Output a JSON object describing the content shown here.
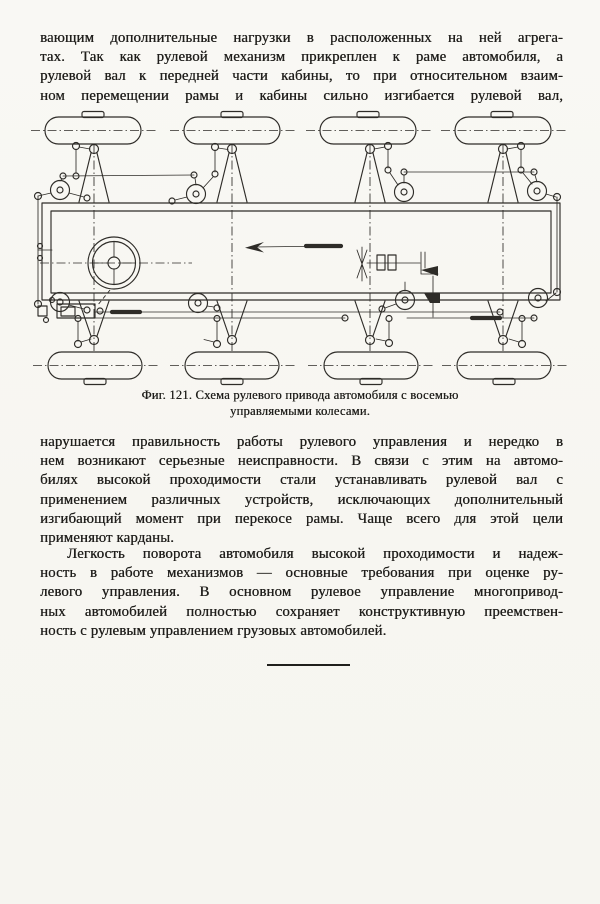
{
  "page": {
    "colors": {
      "paper": "#f8f7f3",
      "ink": "#201f1c",
      "diagram_line": "#2e2c28"
    }
  },
  "paragraphs": [
    {
      "indent_first": false,
      "justify_last": true,
      "lines": [
        "вающим дополнительные нагрузки в расположенных на ней агрега-",
        "тах. Так как рулевой механизм прикреплен к раме автомобиля, а",
        "рулевой вал к передней части кабины, то при относительном взаим-",
        "ном перемещении рамы и кабины сильно изгибается рулевой вал,"
      ]
    },
    {
      "indent_first": false,
      "justify_last": false,
      "lines": [
        "нарушается правильность работы рулевого управления и нередко в",
        "нем возникают серьезные неисправности. В связи с этим на автомо-",
        "билях высокой проходимости стали устанавливать рулевой вал с",
        "применением различных устройств, исключающих дополнительный",
        "изгибающий момент при перекосе рамы. Чаще всего для этой цели",
        "применяют карданы."
      ]
    },
    {
      "indent_first": true,
      "justify_last": false,
      "lines": [
        "Легкость поворота автомобиля высокой проходимости и надеж-",
        "ность в работе механизмов — основные требования при оценке ру-",
        "левого управления. В основном рулевое управление многопривод-",
        "ных автомобилей полностью сохраняет конструктивную преемствен-",
        "ность с рулевым управлением грузовых автомобилей."
      ]
    }
  ],
  "figure": {
    "caption": [
      "Фиг. 121. Схема рулевого привода автомобиля с восемью",
      "управляемыми колесами."
    ],
    "diagram_name": "eight-wheel-steered-chassis-top-view"
  }
}
